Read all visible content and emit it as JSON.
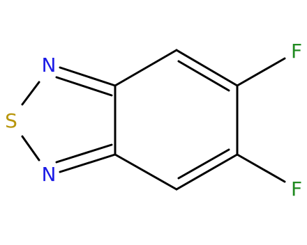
{
  "molecule": {
    "atoms": {
      "n1": "N",
      "s": "S",
      "n2": "N",
      "f1": "F",
      "f2": "F"
    },
    "colors": {
      "bond": "#000000",
      "nitrogen": "#1a1ae6",
      "sulfur": "#b8960c",
      "fluorine": "#1f8a1f"
    }
  }
}
